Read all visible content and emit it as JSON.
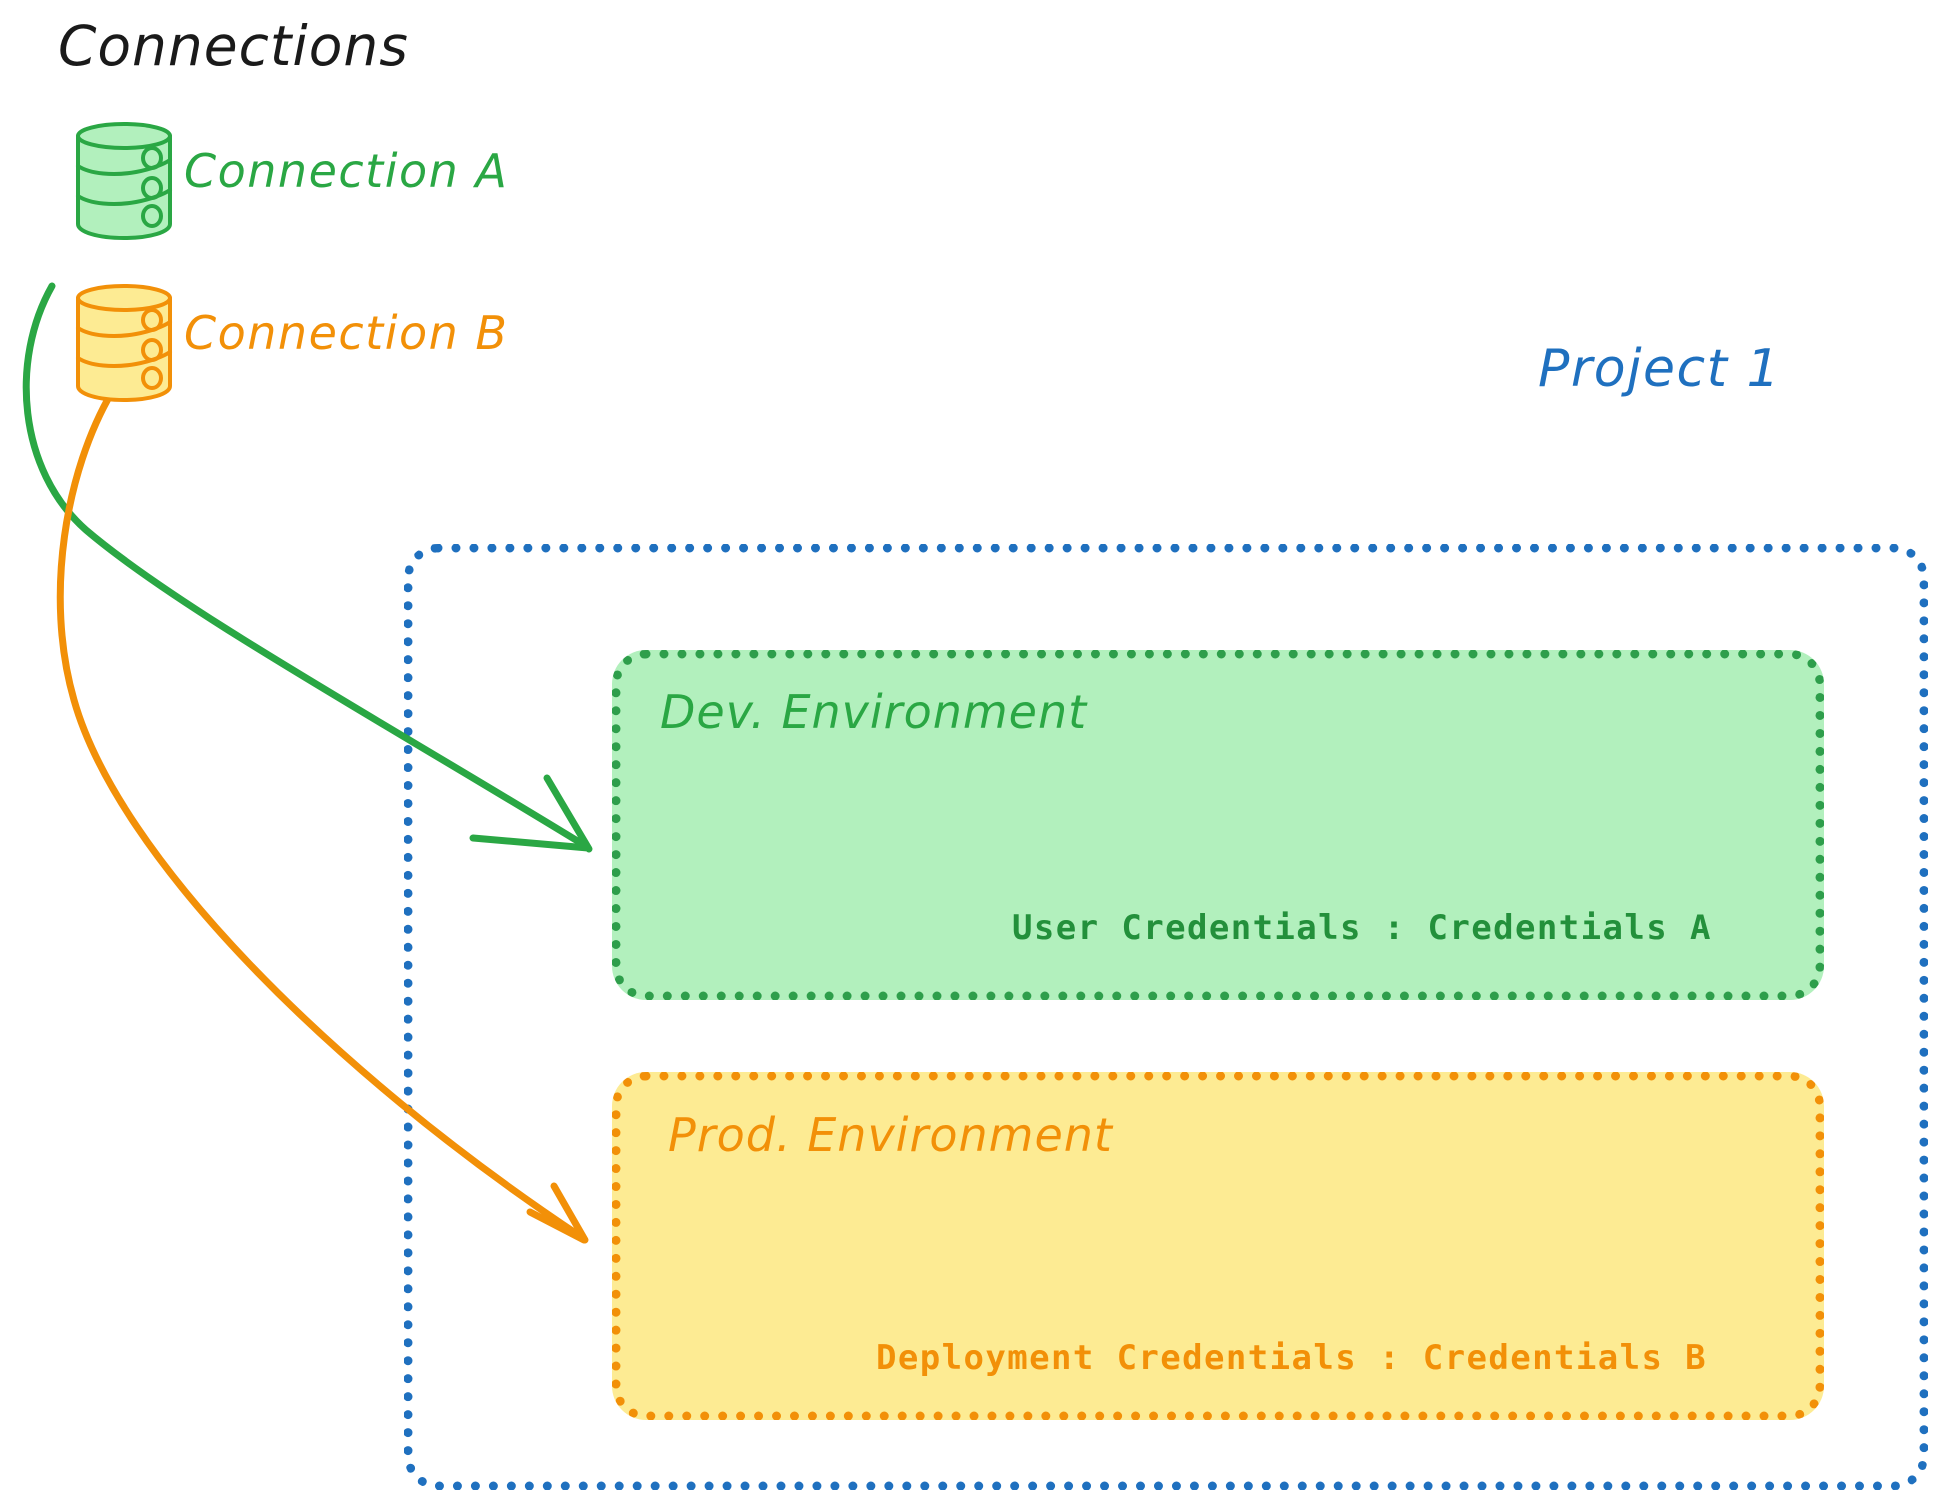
{
  "diagram": {
    "title": "Connections",
    "background_color": "#ffffff",
    "colors": {
      "green_stroke": "#2aa744",
      "green_fill": "#b2f0bd",
      "green_text": "#23903b",
      "orange_stroke": "#f29008",
      "orange_fill": "#fdeb93",
      "blue_stroke": "#1f70bf",
      "title_text": "#1a1a1a"
    }
  },
  "connections": {
    "heading": "Connections",
    "items": [
      {
        "icon": "database-cylinder-icon",
        "label": "Connection A",
        "color": "#2aa744",
        "fill": "#b2f0bd",
        "target": "Dev. Environment"
      },
      {
        "icon": "database-cylinder-icon",
        "label": "Connection B",
        "color": "#f29008",
        "fill": "#fdeb93",
        "target": "Prod. Environment"
      }
    ]
  },
  "project": {
    "label": "Project 1",
    "color": "#1f70bf",
    "border_style": "dotted",
    "environments": [
      {
        "name": "Dev. Environment",
        "color": "#2aa744",
        "fill": "#b2f0bd",
        "credential_label": "User Credentials",
        "credential_separator": ":",
        "credential_value": "Credentials A",
        "credential_line": "User Credentials : Credentials A"
      },
      {
        "name": "Prod. Environment",
        "color": "#f29008",
        "fill": "#fdeb93",
        "credential_label": "Deployment Credentials",
        "credential_separator": ":",
        "credential_value": "Credentials B",
        "credential_line": "Deployment Credentials : Credentials B"
      }
    ]
  },
  "arrows": [
    {
      "name": "arrow-connection-a-to-dev",
      "from": "Connection A",
      "to": "Dev. Environment",
      "color": "#2aa744",
      "head": "open-v"
    },
    {
      "name": "arrow-connection-b-to-prod",
      "from": "Connection B",
      "to": "Prod. Environment",
      "color": "#f29008",
      "head": "open-v"
    }
  ]
}
